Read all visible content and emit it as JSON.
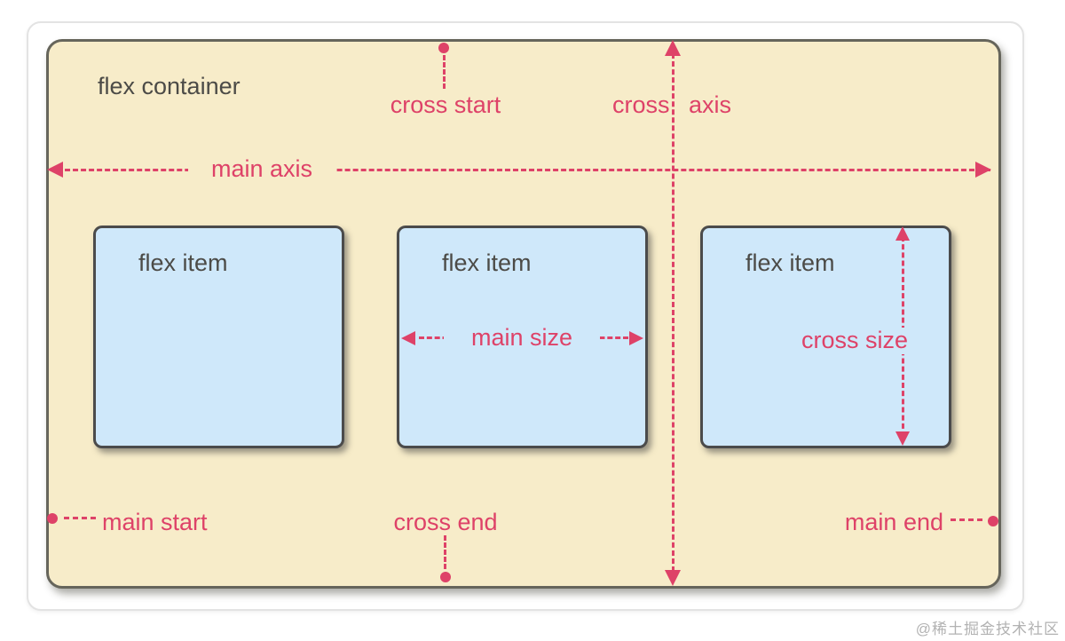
{
  "colors": {
    "accent": "#de4268",
    "container_bg": "#f7ecc9",
    "container_border": "#66655b",
    "item_bg": "#cfe8fa",
    "item_border": "#4b4b4b",
    "text": "#4c4b47",
    "card_border": "#e3e3e3",
    "watermark_text": "#b2b2b2"
  },
  "diagram": {
    "container_label": "flex container",
    "items": [
      {
        "label": "flex item"
      },
      {
        "label": "flex item"
      },
      {
        "label": "flex item"
      }
    ],
    "annotations": {
      "main_axis": "main axis",
      "cross_axis": "cross axis",
      "cross_start": "cross start",
      "cross_end": "cross end",
      "main_start": "main start",
      "main_end": "main end",
      "main_size": "main size",
      "cross_size": "cross size"
    }
  },
  "watermark": "@稀土掘金技术社区"
}
